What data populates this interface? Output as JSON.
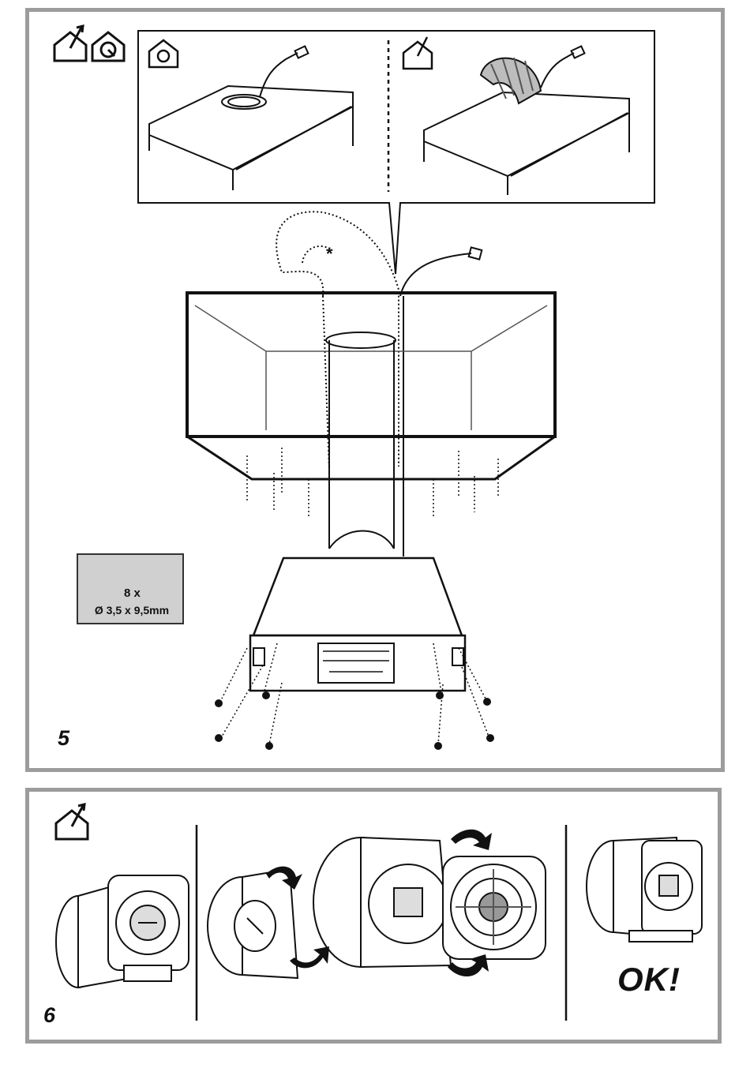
{
  "step5": {
    "number": "5",
    "asterisk": "*",
    "screws": {
      "quantity": "8 x",
      "size": "Ø 3,5 x 9,5mm"
    },
    "icons": [
      "house-outlet-icon",
      "house-recirculation-icon"
    ]
  },
  "step6": {
    "number": "6",
    "result": "OK!",
    "icons": [
      "house-outlet-icon"
    ]
  },
  "colors": {
    "frame": "#9c9c9c",
    "ink": "#111111",
    "screw_box": "#d0d0d0"
  }
}
